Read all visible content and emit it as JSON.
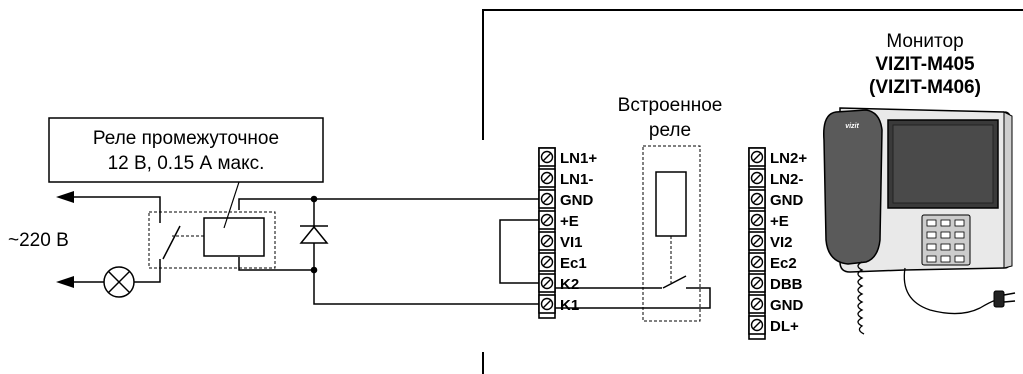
{
  "monitor": {
    "label": "Монитор",
    "model": "VIZIT-M405",
    "model_alt": "(VIZIT-M406)",
    "brand": "vizit"
  },
  "builtin_relay": {
    "line1": "Встроенное",
    "line2": "реле"
  },
  "intermediate_relay": {
    "line1": "Реле промежуточное",
    "line2": "12 В, 0.15 А макс."
  },
  "mains_voltage": "~220 В",
  "terminals_left": [
    "LN1+",
    "LN1-",
    "GND",
    "+E",
    "VI1",
    "Ec1",
    "K2",
    "K1"
  ],
  "terminals_right": [
    "LN2+",
    "LN2-",
    "GND",
    "+E",
    "VI2",
    "Ec2",
    "DBB",
    "GND",
    "DL+"
  ],
  "icons": [
    "screw-terminal-icon",
    "lamp-icon",
    "arrow-left-icon",
    "diode-icon",
    "relay-coil-icon",
    "switch-contact-icon",
    "power-plug-icon",
    "handset-icon"
  ]
}
